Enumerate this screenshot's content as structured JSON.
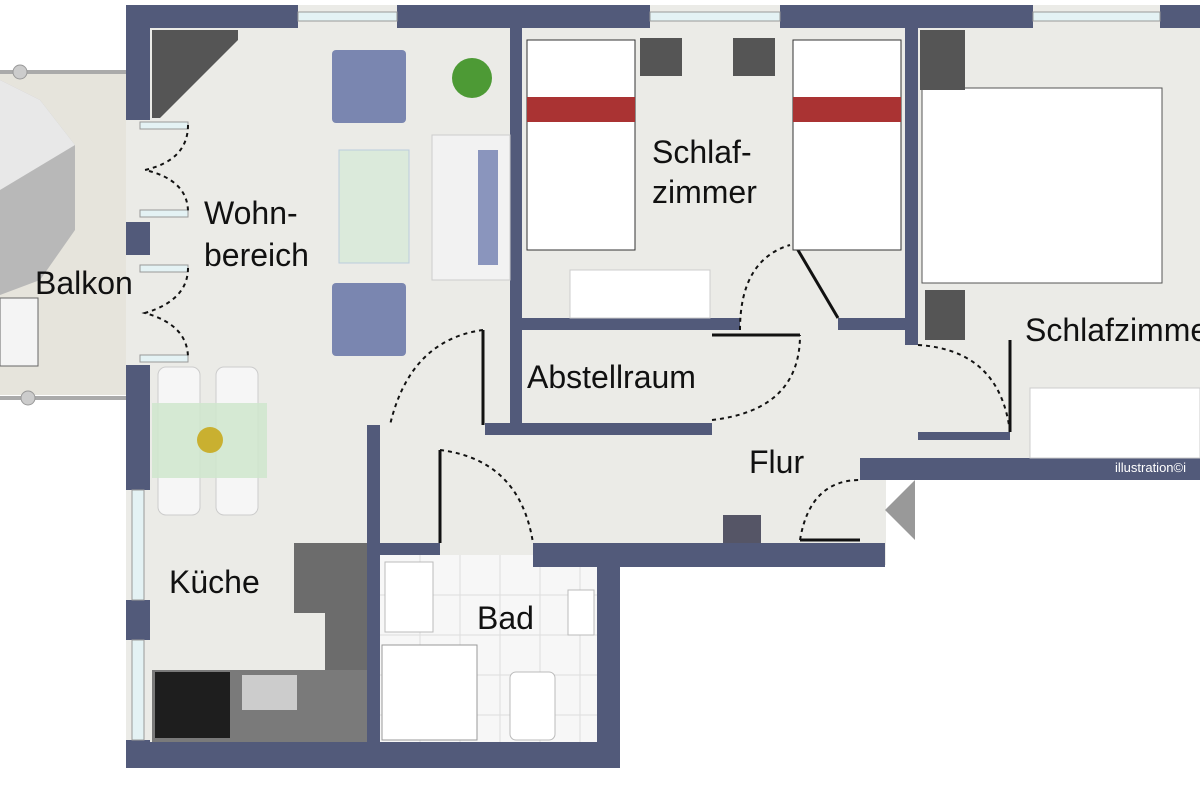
{
  "rooms": {
    "balkon": "Balkon",
    "wohn_line1": "Wohn-",
    "wohn_line2": "bereich",
    "schlaf1_line1": "Schlaf-",
    "schlaf1_line2": "zimmer",
    "abstellraum": "Abstellraum",
    "flur": "Flur",
    "kueche": "Küche",
    "bad": "Bad",
    "schlaf2": "Schlafzimmer"
  },
  "watermark": "illustration©i",
  "colors": {
    "wall": "#525a7a",
    "floor": "#ebebe7",
    "balcony": "#e6e4dc",
    "furniture_blue": "#7a86b0"
  }
}
